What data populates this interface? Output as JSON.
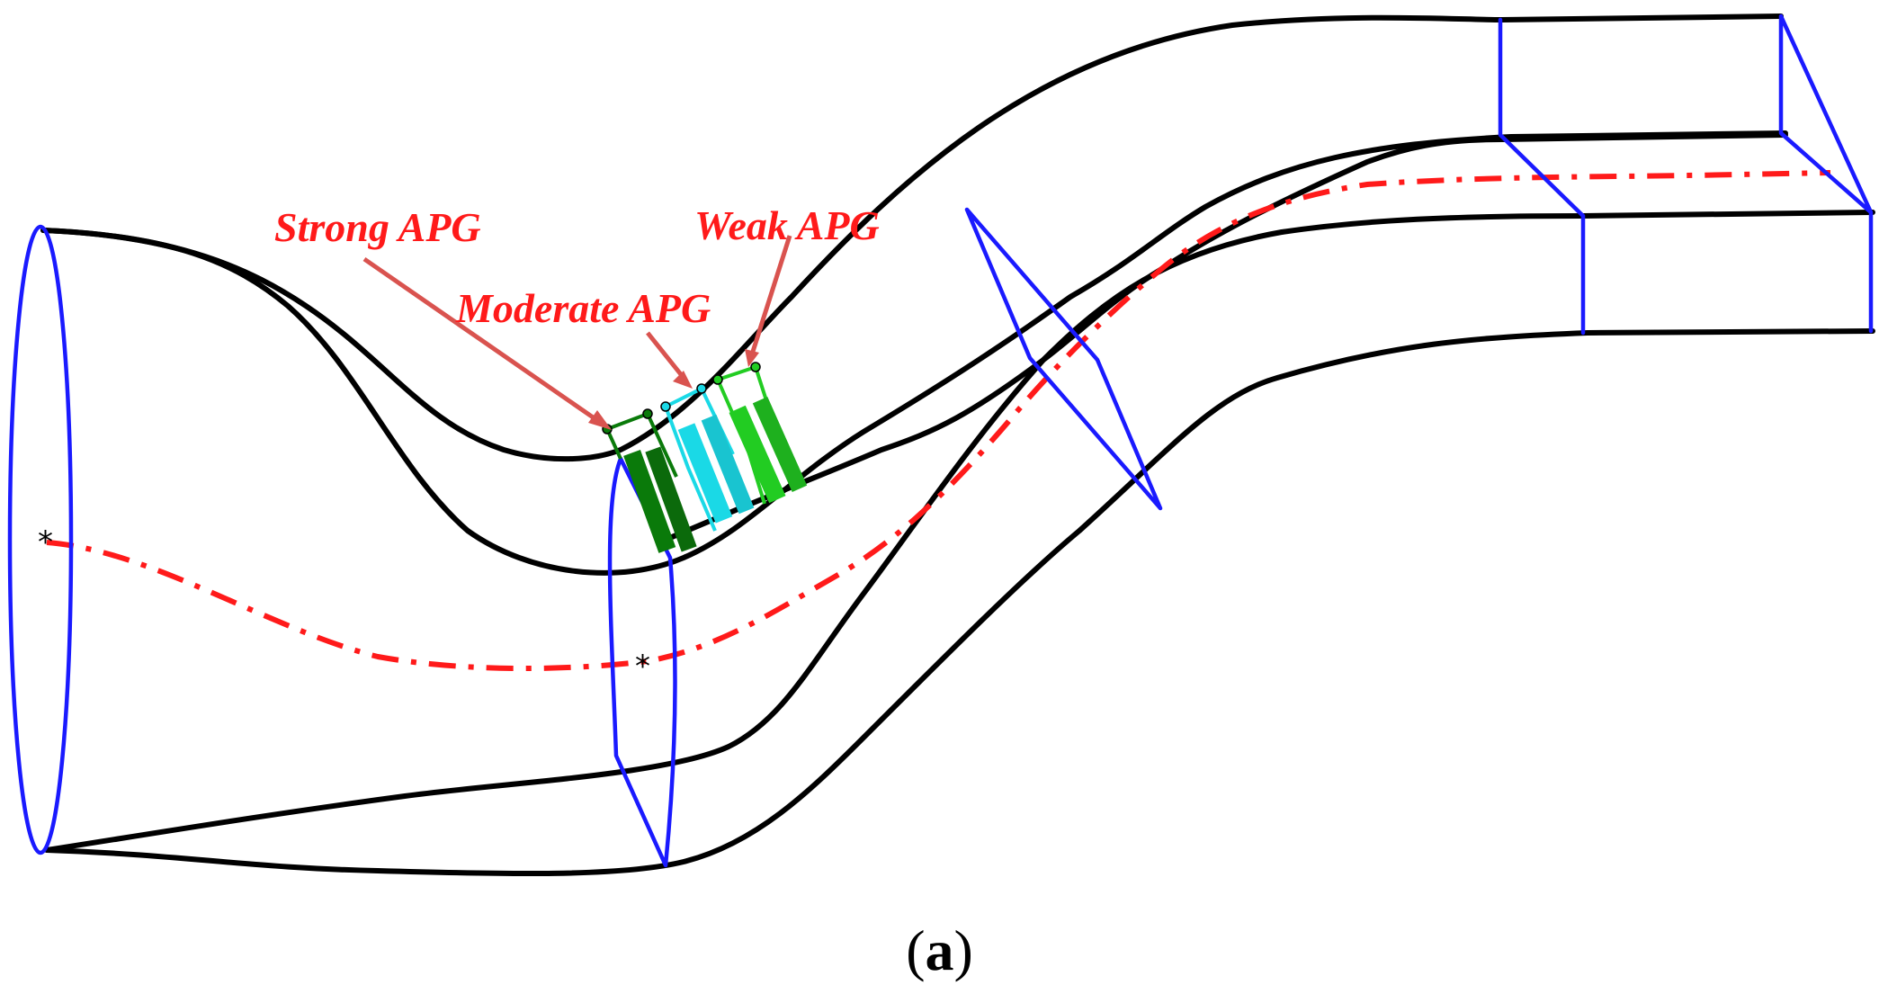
{
  "figure": {
    "labels": {
      "strong": "Strong APG",
      "moderate": "Moderate APG",
      "weak": "Weak APG"
    },
    "caption": {
      "open": "(",
      "letter": "a",
      "close": ")"
    }
  },
  "colors": {
    "duct": "#000000",
    "section": "#1a1aff",
    "centerline": "#ff1a1a",
    "label": "#ff1a1a",
    "leader": "#d9534f",
    "vg_strong": "#0a7a0a",
    "vg_moderate": "#1ad9e6",
    "vg_weak": "#22cc22"
  }
}
